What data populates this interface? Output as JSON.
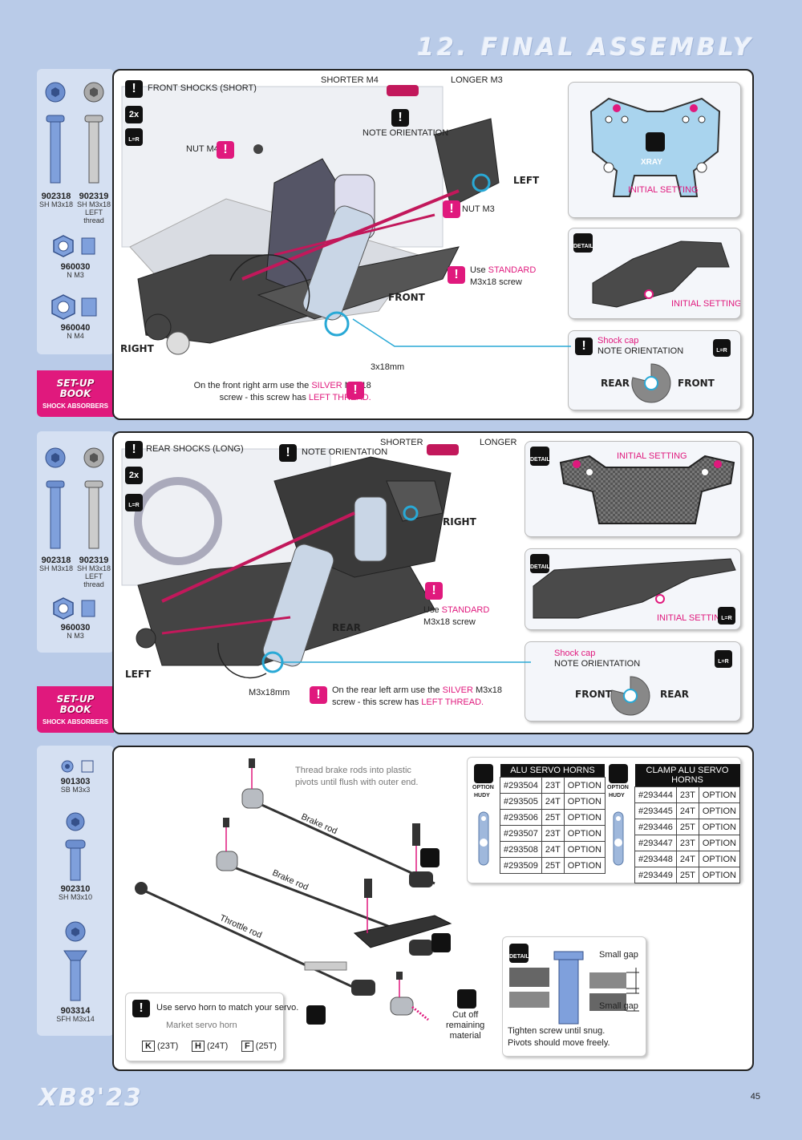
{
  "page_title": "12. FINAL ASSEMBLY",
  "page_number": "45",
  "footer_logo": "XB8'23",
  "colors": {
    "accent": "#e0197d",
    "background": "#b9cbe8",
    "part_blue": "#6d8fcf"
  },
  "setup_book": {
    "line1": "SET-UP",
    "line2": "BOOK",
    "sub": "SHOCK ABSORBERS"
  },
  "section1": {
    "parts": [
      {
        "num": "902318",
        "desc": "SH M3x18"
      },
      {
        "num": "902319",
        "desc": "SH M3x18",
        "desc2": "LEFT thread"
      },
      {
        "num": "960030",
        "desc": "N M3"
      },
      {
        "num": "960040",
        "desc": "N M4"
      }
    ],
    "heading": "FRONT SHOCKS (SHORT)",
    "qty": "2x",
    "lr": "L=R",
    "shorter": "SHORTER M4",
    "longer": "LONGER M3",
    "note_orientation": "NOTE ORIENTATION",
    "nut_m4": "NUT M4",
    "nut_m3": "NUT M3",
    "left": "LEFT",
    "right": "RIGHT",
    "front": "FRONT",
    "use": "Use",
    "standard": "STANDARD",
    "screw": "M3x18 screw",
    "size": "3x18mm",
    "note_line1_a": "On the front right arm use the",
    "silver": "SILVER",
    "note_line1_b": "M3x18",
    "note_line2_a": "screw - this screw has",
    "left_thread": "LEFT THREAD.",
    "initial_setting": "INITIAL SETTING",
    "brand": "XRAY",
    "detail": "DETAIL",
    "shock_cap": "Shock cap",
    "rear": "REAR",
    "front_label": "FRONT"
  },
  "section2": {
    "parts": [
      {
        "num": "902318",
        "desc": "SH M3x18"
      },
      {
        "num": "902319",
        "desc": "SH M3x18",
        "desc2": "LEFT thread"
      },
      {
        "num": "960030",
        "desc": "N M3"
      }
    ],
    "heading": "REAR SHOCKS (LONG)",
    "qty": "2x",
    "lr": "L=R",
    "note_orientation": "NOTE ORIENTATION",
    "shorter": "SHORTER",
    "longer": "LONGER",
    "right": "RIGHT",
    "left": "LEFT",
    "rear": "REAR",
    "use": "Use",
    "standard": "STANDARD",
    "screw": "M3x18 screw",
    "size": "M3x18mm",
    "note_line1_a": "On the rear left arm use the",
    "silver": "SILVER",
    "note_line1_b": "M3x18",
    "note_line2_a": "screw - this screw has",
    "left_thread": "LEFT THREAD.",
    "initial_setting": "INITIAL SETTING",
    "detail": "DETAIL",
    "shock_cap": "Shock cap",
    "front": "FRONT",
    "rear_label": "REAR"
  },
  "section3": {
    "parts": [
      {
        "num": "901303",
        "desc": "SB M3x3"
      },
      {
        "num": "902310",
        "desc": "SH M3x10"
      },
      {
        "num": "903314",
        "desc": "SFH M3x14"
      }
    ],
    "thread_note_1": "Thread brake rods into plastic",
    "thread_note_2": "pivots until flush with outer end.",
    "brake_rod": "Brake rod",
    "throttle_rod": "Throttle rod",
    "servo_note": "Use servo horn to match your servo.",
    "market_servo_horn": "Market servo horn",
    "horns": [
      {
        "letter": "K",
        "value": "(23T)"
      },
      {
        "letter": "H",
        "value": "(24T)"
      },
      {
        "letter": "F",
        "value": "(25T)"
      }
    ],
    "cut_off_1": "Cut off",
    "cut_off_2": "remaining",
    "cut_off_3": "material",
    "small_gap": "Small gap",
    "tighten_1": "Tighten screw until snug.",
    "tighten_2": "Pivots should move freely.",
    "detail": "DETAIL",
    "option_label": "OPTION",
    "hudy": "HUDY",
    "alu_table": {
      "title": "ALU SERVO HORNS",
      "rows": [
        [
          "#293504",
          "23T",
          "OPTION"
        ],
        [
          "#293505",
          "24T",
          "OPTION"
        ],
        [
          "#293506",
          "25T",
          "OPTION"
        ],
        [
          "#293507",
          "23T",
          "OPTION"
        ],
        [
          "#293508",
          "24T",
          "OPTION"
        ],
        [
          "#293509",
          "25T",
          "OPTION"
        ]
      ]
    },
    "clamp_table": {
      "title": "CLAMP ALU SERVO HORNS",
      "rows": [
        [
          "#293444",
          "23T",
          "OPTION"
        ],
        [
          "#293445",
          "24T",
          "OPTION"
        ],
        [
          "#293446",
          "25T",
          "OPTION"
        ],
        [
          "#293447",
          "23T",
          "OPTION"
        ],
        [
          "#293448",
          "24T",
          "OPTION"
        ],
        [
          "#293449",
          "25T",
          "OPTION"
        ]
      ]
    }
  }
}
